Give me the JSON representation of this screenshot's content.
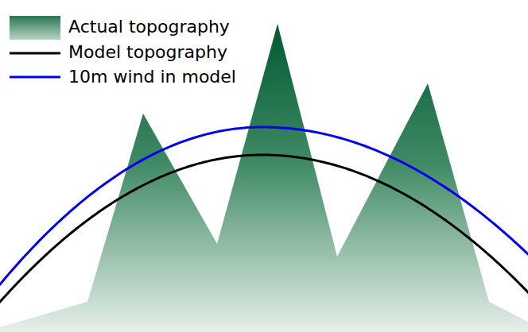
{
  "diagram": {
    "legend": [
      {
        "text": "Actual topography"
      },
      {
        "text": "Model topography"
      },
      {
        "text": "10m wind in model"
      }
    ]
  }
}
